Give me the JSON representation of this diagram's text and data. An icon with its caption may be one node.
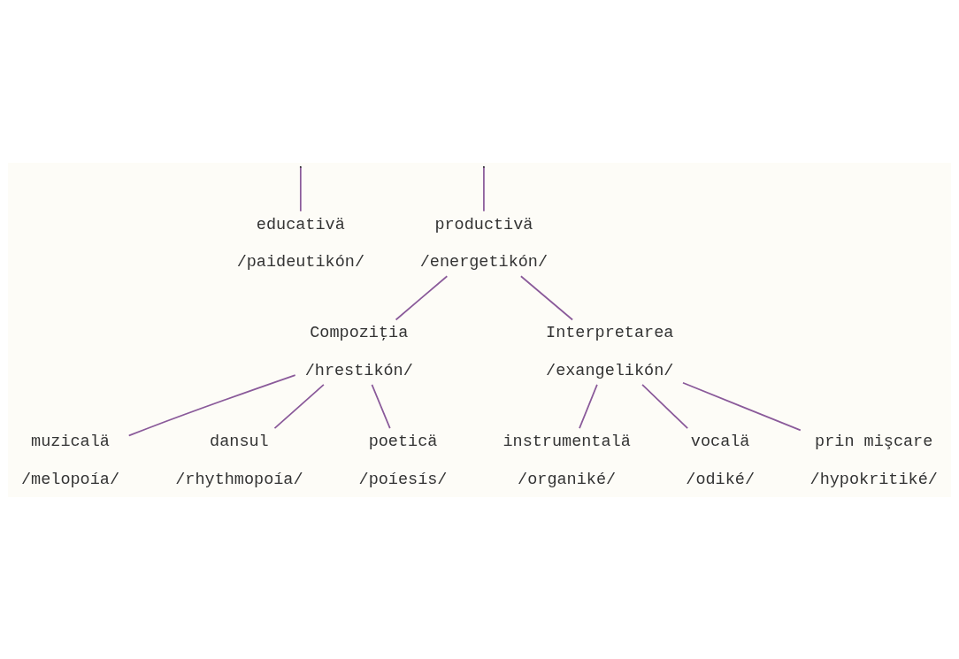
{
  "diagram": {
    "nodes": [
      {
        "text": [
          "educativä",
          "/paideutikón/"
        ]
      },
      {
        "text": [
          "productivä",
          "/energetikón/"
        ]
      },
      {
        "text": [
          "Compoziţia",
          "/hrestikón/"
        ]
      },
      {
        "text": [
          "Interpretarea",
          "/exangelikón/"
        ]
      },
      {
        "text": [
          "muzicalä",
          "/melopoía/"
        ]
      },
      {
        "text": [
          "dansul",
          "/rhythmopoía/"
        ]
      },
      {
        "text": [
          "poeticä",
          "/poíesís/"
        ]
      },
      {
        "text": [
          "instrumentalä",
          "/organiké/"
        ]
      },
      {
        "text": [
          "vocalä",
          "/odiké/"
        ]
      },
      {
        "text": [
          "prin mişcare",
          "/hypokritiké/"
        ]
      }
    ],
    "edges": [
      {
        "from": null,
        "to": 0,
        "arrow": "none"
      },
      {
        "from": null,
        "to": 1,
        "arrow": "none"
      },
      {
        "from": 1,
        "to": 2,
        "arrow": "none"
      },
      {
        "from": 1,
        "to": 3,
        "arrow": "none"
      },
      {
        "from": 2,
        "to": 4,
        "arrow": "none"
      },
      {
        "from": 2,
        "to": 5,
        "arrow": "none"
      },
      {
        "from": 2,
        "to": 6,
        "arrow": "none"
      },
      {
        "from": 3,
        "to": 7,
        "arrow": "none"
      },
      {
        "from": 3,
        "to": 8,
        "arrow": "none"
      },
      {
        "from": 3,
        "to": 9,
        "arrow": "none"
      }
    ]
  }
}
